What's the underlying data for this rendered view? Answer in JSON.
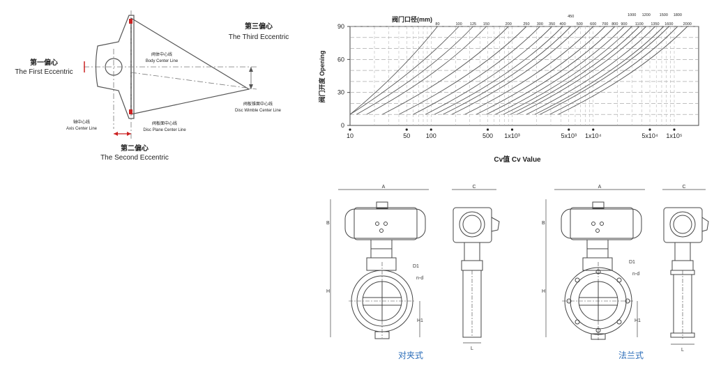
{
  "eccentric": {
    "first": {
      "cn": "第一偏心",
      "en": "The First Eccentric"
    },
    "second": {
      "cn": "第二偏心",
      "en": "The Second Eccentric"
    },
    "third": {
      "cn": "第三偏心",
      "en": "The Third Eccentric"
    },
    "body_center": {
      "cn": "阀体中心线",
      "en": "Body Center Line"
    },
    "axis_center": {
      "cn": "轴中心线",
      "en": "Axis Center Line"
    },
    "disc_plane": {
      "cn": "阀板面中心线",
      "en": "Disc Plane Center Line"
    },
    "disc_wimble": {
      "cn": "阀板锥面中心线",
      "en": "Disc Wimble Center Line"
    }
  },
  "chart_data": {
    "type": "line",
    "title": "阀门口径(mm)",
    "xlabel": "Cv值  Cv Value",
    "ylabel": "阀门开度  Opening",
    "x_scale": "log",
    "xlim": [
      10,
      200000
    ],
    "ylim": [
      0,
      90
    ],
    "y_ticks": [
      0,
      30,
      60,
      90
    ],
    "x_tick_labels": [
      {
        "value": 10,
        "label": "10"
      },
      {
        "value": 50,
        "label": "50"
      },
      {
        "value": 100,
        "label": "100"
      },
      {
        "value": 500,
        "label": "500"
      },
      {
        "value": 1000,
        "label": "1x10³"
      },
      {
        "value": 5000,
        "label": "5x10³"
      },
      {
        "value": 10000,
        "label": "1x10⁴"
      },
      {
        "value": 50000,
        "label": "5x10⁴"
      },
      {
        "value": 100000,
        "label": "1x10⁵"
      }
    ],
    "grid": true,
    "series": [
      {
        "name": "80",
        "x": [
          10,
          40,
          120
        ],
        "y": [
          10,
          50,
          90
        ]
      },
      {
        "name": "100",
        "x": [
          10,
          60,
          220
        ],
        "y": [
          10,
          50,
          90
        ]
      },
      {
        "name": "125",
        "x": [
          12,
          90,
          330
        ],
        "y": [
          10,
          50,
          90
        ]
      },
      {
        "name": "150",
        "x": [
          16,
          130,
          480
        ],
        "y": [
          10,
          50,
          90
        ]
      },
      {
        "name": "200",
        "x": [
          25,
          230,
          900
        ],
        "y": [
          10,
          50,
          90
        ]
      },
      {
        "name": "250",
        "x": [
          40,
          380,
          1500
        ],
        "y": [
          10,
          50,
          90
        ]
      },
      {
        "name": "300",
        "x": [
          60,
          560,
          2200
        ],
        "y": [
          10,
          50,
          90
        ]
      },
      {
        "name": "350",
        "x": [
          85,
          800,
          3100
        ],
        "y": [
          10,
          50,
          90
        ]
      },
      {
        "name": "400",
        "x": [
          110,
          1100,
          4200
        ],
        "y": [
          10,
          50,
          90
        ]
      },
      {
        "name": "450",
        "x": [
          140,
          1400,
          5300
        ],
        "y": [
          10,
          50,
          90
        ]
      },
      {
        "name": "500",
        "x": [
          180,
          1800,
          6800
        ],
        "y": [
          10,
          50,
          90
        ]
      },
      {
        "name": "600",
        "x": [
          260,
          2600,
          10000
        ],
        "y": [
          10,
          50,
          90
        ]
      },
      {
        "name": "700",
        "x": [
          360,
          3600,
          14000
        ],
        "y": [
          10,
          50,
          90
        ]
      },
      {
        "name": "800",
        "x": [
          480,
          4800,
          18500
        ],
        "y": [
          10,
          50,
          90
        ]
      },
      {
        "name": "900",
        "x": [
          620,
          6200,
          24000
        ],
        "y": [
          10,
          50,
          90
        ]
      },
      {
        "name": "1000",
        "x": [
          780,
          7800,
          30000
        ],
        "y": [
          10,
          50,
          90
        ]
      },
      {
        "name": "1100",
        "x": [
          950,
          9500,
          37000
        ],
        "y": [
          10,
          50,
          90
        ]
      },
      {
        "name": "1200",
        "x": [
          1150,
          11500,
          45000
        ],
        "y": [
          10,
          50,
          90
        ]
      },
      {
        "name": "1350",
        "x": [
          1500,
          15000,
          58000
        ],
        "y": [
          10,
          50,
          90
        ]
      },
      {
        "name": "1500",
        "x": [
          1900,
          19000,
          74000
        ],
        "y": [
          10,
          50,
          90
        ]
      },
      {
        "name": "1600",
        "x": [
          2200,
          22000,
          86000
        ],
        "y": [
          10,
          50,
          90
        ]
      },
      {
        "name": "1800",
        "x": [
          2900,
          29000,
          110000
        ],
        "y": [
          10,
          50,
          90
        ]
      },
      {
        "name": "2000",
        "x": [
          3700,
          37000,
          145000
        ],
        "y": [
          10,
          50,
          90
        ]
      }
    ],
    "top_labels": [
      "80",
      "100",
      "125",
      "150",
      "200",
      "250",
      "300",
      "350",
      "400",
      "450",
      "500",
      "600",
      "700",
      "800",
      "900",
      "1000",
      "1100",
      "1200",
      "1350",
      "1500",
      "1600",
      "1800",
      "2000"
    ]
  },
  "drawings": {
    "wafer": {
      "caption": "对夹式",
      "dims": [
        "A",
        "B",
        "H",
        "H1",
        "D1",
        "n-d",
        "C",
        "L"
      ]
    },
    "flange": {
      "caption": "法兰式",
      "dims": [
        "A",
        "B",
        "H",
        "H1",
        "D1",
        "n-d",
        "C",
        "L"
      ]
    }
  },
  "colors": {
    "line": "#555555",
    "caption": "#2a6cb8",
    "marker": "#cc2222"
  }
}
